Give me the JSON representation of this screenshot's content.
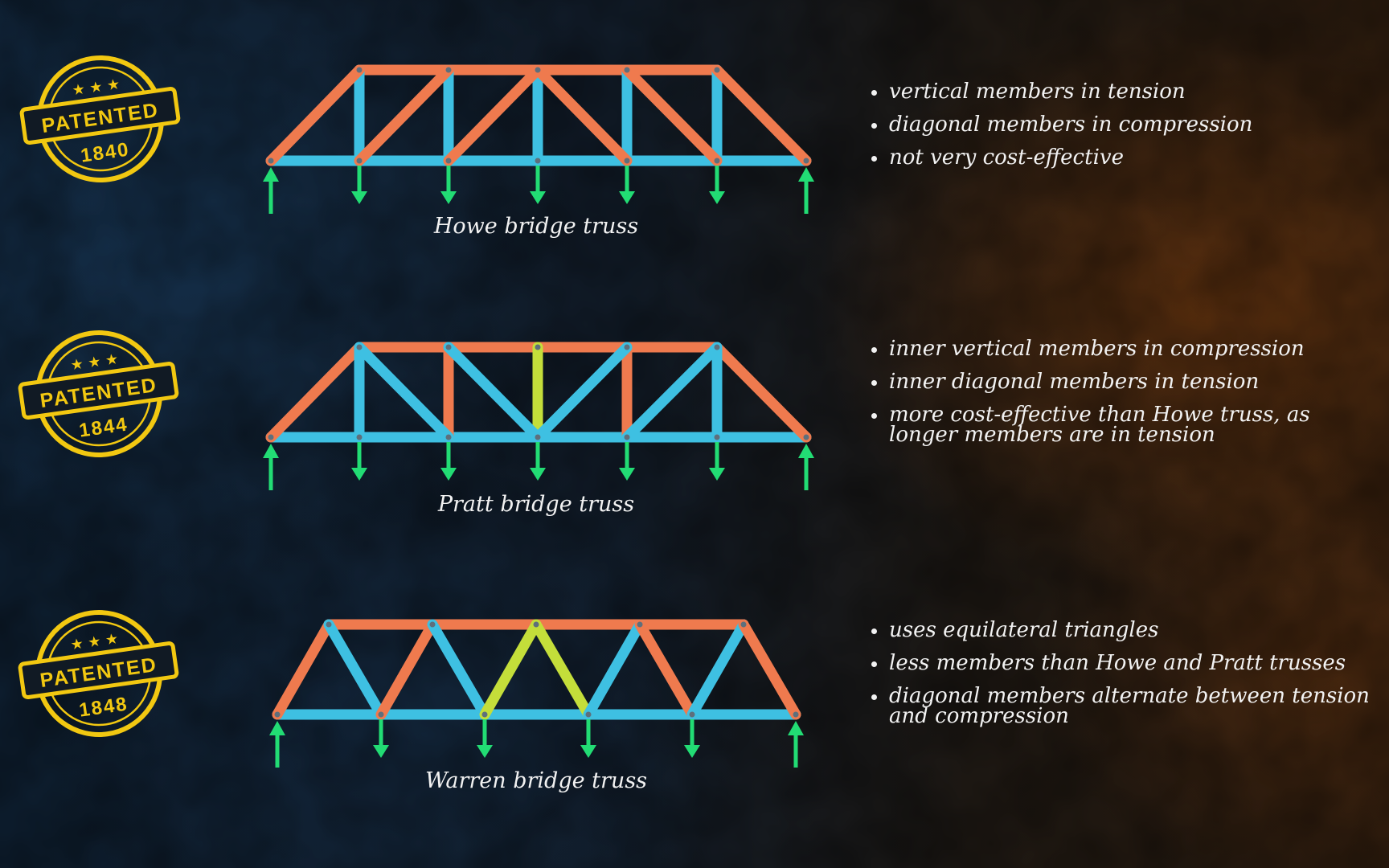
{
  "colors": {
    "compression": "#ef7a4e",
    "tension": "#3ec0e2",
    "zero_force": "#c4de3a",
    "load_arrow": "#22dc74",
    "support_arrow": "#22dc74",
    "stamp": "#f2c811",
    "text": "#f2f2f2"
  },
  "trusses": [
    {
      "id": "howe",
      "caption": "Howe bridge truss",
      "stamp": {
        "word": "PATENTED",
        "year": "1840"
      },
      "notes": [
        "vertical members in tension",
        "diagonal members in compression",
        "not very cost-effective"
      ]
    },
    {
      "id": "pratt",
      "caption": "Pratt bridge truss",
      "stamp": {
        "word": "PATENTED",
        "year": "1844"
      },
      "notes": [
        "inner vertical members in compression",
        "inner diagonal members in tension",
        "more cost-effective than Howe truss, as longer members are in tension"
      ]
    },
    {
      "id": "warren",
      "caption": "Warren bridge truss",
      "stamp": {
        "word": "PATENTED",
        "year": "1848"
      },
      "notes": [
        "uses equilateral triangles",
        "less members than Howe and Pratt trusses",
        "diagonal members alternate between tension and compression"
      ]
    }
  ]
}
